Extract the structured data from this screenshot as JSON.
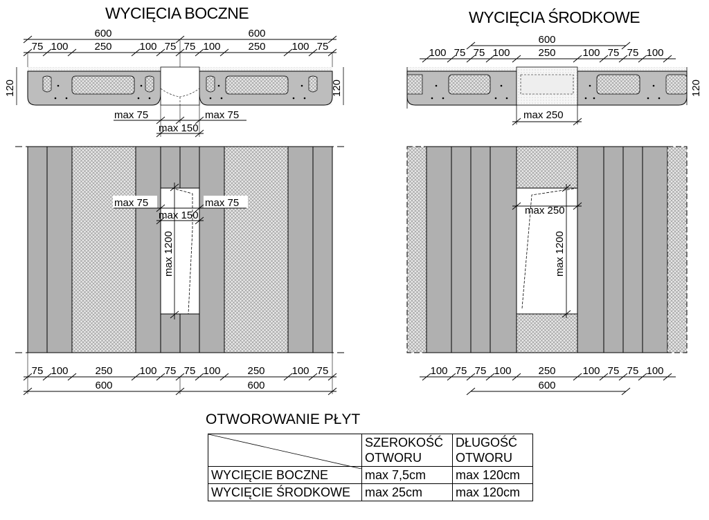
{
  "titles": {
    "left": "WYCIĘCIA BOCZNE",
    "right": "WYCIĘCIA ŚRODKOWE"
  },
  "left_diagram": {
    "top_totals": [
      "600",
      "600"
    ],
    "top_parts": [
      "75",
      "100",
      "250",
      "100",
      "75",
      "75",
      "100",
      "250",
      "100",
      "75"
    ],
    "height_label": "120",
    "section_dims": {
      "left": "max 75",
      "right": "max 75",
      "total": "max 150"
    },
    "plan_dims": {
      "left": "max 75",
      "right": "max 75",
      "total": "max 150",
      "length": "max 1200"
    },
    "bottom_parts": [
      "75",
      "100",
      "250",
      "100",
      "75",
      "75",
      "100",
      "250",
      "100",
      "75"
    ],
    "bottom_totals": [
      "600",
      "600"
    ]
  },
  "right_diagram": {
    "top_total": "600",
    "top_parts": [
      "100",
      "75",
      "75",
      "100",
      "250",
      "100",
      "75",
      "75",
      "100"
    ],
    "height_label": "120",
    "section_dims": {
      "width": "max 250"
    },
    "plan_dims": {
      "width": "max 250",
      "length": "max 1200"
    },
    "bottom_parts": [
      "100",
      "75",
      "75",
      "100",
      "250",
      "100",
      "75",
      "75",
      "100"
    ],
    "bottom_total": "600"
  },
  "table": {
    "title": "OTWOROWANIE PŁYT",
    "col1_header": [
      "SZEROKOŚĆ",
      "OTWORU"
    ],
    "col2_header": [
      "DŁUGOŚĆ",
      "OTWORU"
    ],
    "rows": [
      {
        "label": "WYCIĘCIE BOCZNE",
        "width": "max 7,5cm",
        "length": "max 120cm"
      },
      {
        "label": "WYCIĘCIE ŚRODKOWE",
        "width": "max 25cm",
        "length": "max 120cm"
      }
    ]
  }
}
